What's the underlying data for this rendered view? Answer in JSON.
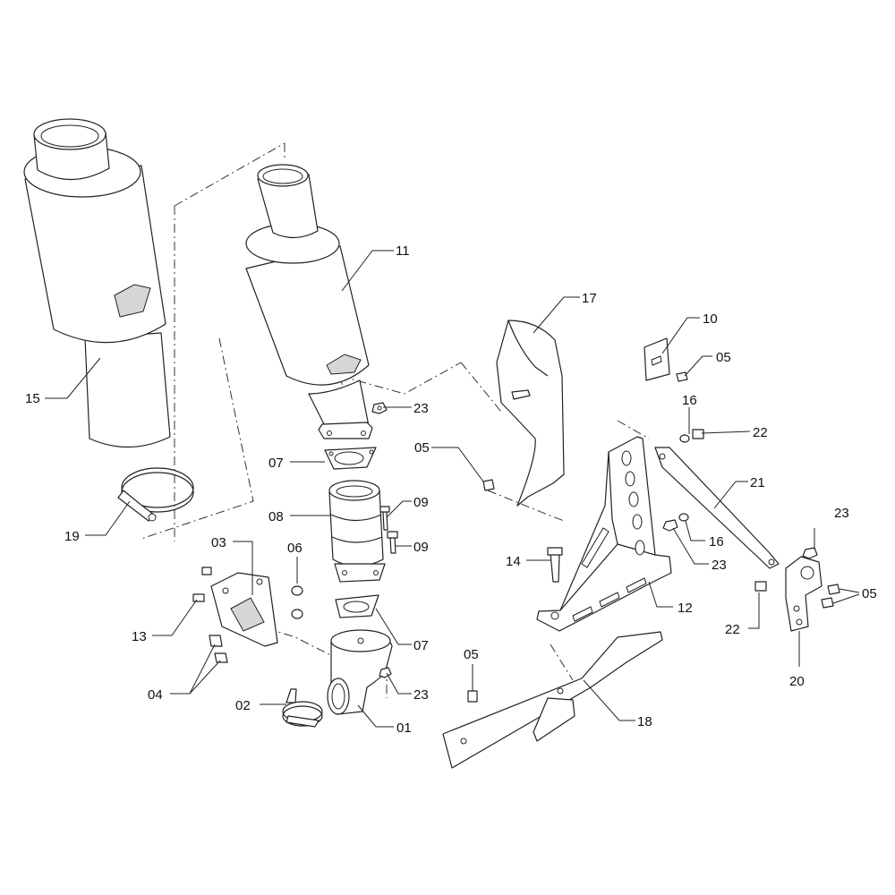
{
  "diagram": {
    "callouts": [
      {
        "id": "c15",
        "label": "15"
      },
      {
        "id": "c19",
        "label": "19"
      },
      {
        "id": "c11",
        "label": "11"
      },
      {
        "id": "c23a",
        "label": "23"
      },
      {
        "id": "c07a",
        "label": "07"
      },
      {
        "id": "c08",
        "label": "08"
      },
      {
        "id": "c09a",
        "label": "09"
      },
      {
        "id": "c09b",
        "label": "09"
      },
      {
        "id": "c03",
        "label": "03"
      },
      {
        "id": "c06",
        "label": "06"
      },
      {
        "id": "c13",
        "label": "13"
      },
      {
        "id": "c04",
        "label": "04"
      },
      {
        "id": "c07b",
        "label": "07"
      },
      {
        "id": "c23b",
        "label": "23"
      },
      {
        "id": "c02",
        "label": "02"
      },
      {
        "id": "c01",
        "label": "01"
      },
      {
        "id": "c17",
        "label": "17"
      },
      {
        "id": "c10",
        "label": "10"
      },
      {
        "id": "c05a",
        "label": "05"
      },
      {
        "id": "c05b",
        "label": "05"
      },
      {
        "id": "c16a",
        "label": "16"
      },
      {
        "id": "c22a",
        "label": "22"
      },
      {
        "id": "c21",
        "label": "21"
      },
      {
        "id": "c23c",
        "label": "23"
      },
      {
        "id": "c16b",
        "label": "16"
      },
      {
        "id": "c23d",
        "label": "23"
      },
      {
        "id": "c14",
        "label": "14"
      },
      {
        "id": "c12",
        "label": "12"
      },
      {
        "id": "c05c",
        "label": "05"
      },
      {
        "id": "c22b",
        "label": "22"
      },
      {
        "id": "c20",
        "label": "20"
      },
      {
        "id": "c05d",
        "label": "05"
      },
      {
        "id": "c18",
        "label": "18"
      }
    ]
  }
}
